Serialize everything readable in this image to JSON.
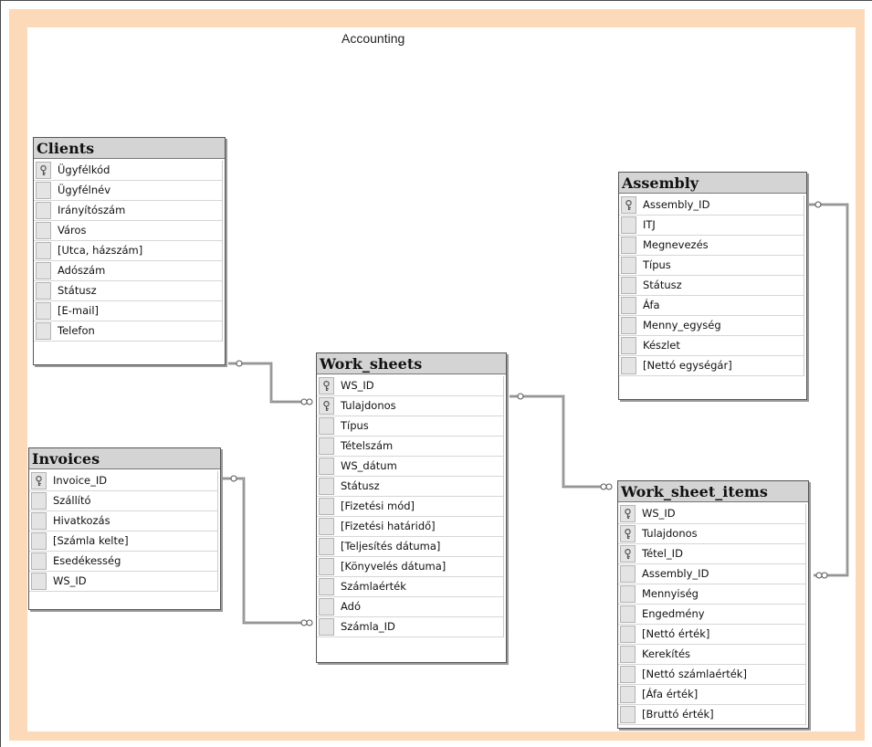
{
  "diagram_title": "Accounting",
  "tables": {
    "clients": {
      "name": "Clients",
      "columns": [
        {
          "label": "Ügyfélkód",
          "key": true
        },
        {
          "label": "Ügyfélnév",
          "key": false
        },
        {
          "label": "Irányítószám",
          "key": false
        },
        {
          "label": "Város",
          "key": false
        },
        {
          "label": "[Utca, házszám]",
          "key": false
        },
        {
          "label": "Adószám",
          "key": false
        },
        {
          "label": "Státusz",
          "key": false
        },
        {
          "label": "[E-mail]",
          "key": false
        },
        {
          "label": "Telefon",
          "key": false
        }
      ]
    },
    "invoices": {
      "name": "Invoices",
      "columns": [
        {
          "label": "Invoice_ID",
          "key": true
        },
        {
          "label": "Szállító",
          "key": false
        },
        {
          "label": "Hivatkozás",
          "key": false
        },
        {
          "label": "[Számla kelte]",
          "key": false
        },
        {
          "label": "Esedékesség",
          "key": false
        },
        {
          "label": "WS_ID",
          "key": false
        }
      ]
    },
    "work_sheets": {
      "name": "Work_sheets",
      "columns": [
        {
          "label": "WS_ID",
          "key": true
        },
        {
          "label": "Tulajdonos",
          "key": true
        },
        {
          "label": "Típus",
          "key": false
        },
        {
          "label": "Tételszám",
          "key": false
        },
        {
          "label": "WS_dátum",
          "key": false
        },
        {
          "label": "Státusz",
          "key": false
        },
        {
          "label": "[Fizetési mód]",
          "key": false
        },
        {
          "label": "[Fizetési határidő]",
          "key": false
        },
        {
          "label": "[Teljesítés dátuma]",
          "key": false
        },
        {
          "label": "[Könyvelés dátuma]",
          "key": false
        },
        {
          "label": "Számlaérték",
          "key": false
        },
        {
          "label": "Adó",
          "key": false
        },
        {
          "label": "Számla_ID",
          "key": false
        }
      ]
    },
    "assembly": {
      "name": "Assembly",
      "columns": [
        {
          "label": "Assembly_ID",
          "key": true
        },
        {
          "label": "ITJ",
          "key": false
        },
        {
          "label": "Megnevezés",
          "key": false
        },
        {
          "label": "Típus",
          "key": false
        },
        {
          "label": "Státusz",
          "key": false
        },
        {
          "label": "Áfa",
          "key": false
        },
        {
          "label": "Menny_egység",
          "key": false
        },
        {
          "label": "Készlet",
          "key": false
        },
        {
          "label": "[Nettó egységár]",
          "key": false
        }
      ]
    },
    "work_sheet_items": {
      "name": "Work_sheet_items",
      "columns": [
        {
          "label": "WS_ID",
          "key": true
        },
        {
          "label": "Tulajdonos",
          "key": true
        },
        {
          "label": "Tétel_ID",
          "key": true
        },
        {
          "label": "Assembly_ID",
          "key": false
        },
        {
          "label": "Mennyiség",
          "key": false
        },
        {
          "label": "Engedmény",
          "key": false
        },
        {
          "label": "[Nettó érték]",
          "key": false
        },
        {
          "label": "Kerekítés",
          "key": false
        },
        {
          "label": "[Nettó számlaérték]",
          "key": false
        },
        {
          "label": "[Áfa érték]",
          "key": false
        },
        {
          "label": "[Bruttó érték]",
          "key": false
        }
      ]
    }
  },
  "colors": {
    "frame": "#fcd9b8",
    "header": "#d4d4d4",
    "link": "#555555"
  }
}
